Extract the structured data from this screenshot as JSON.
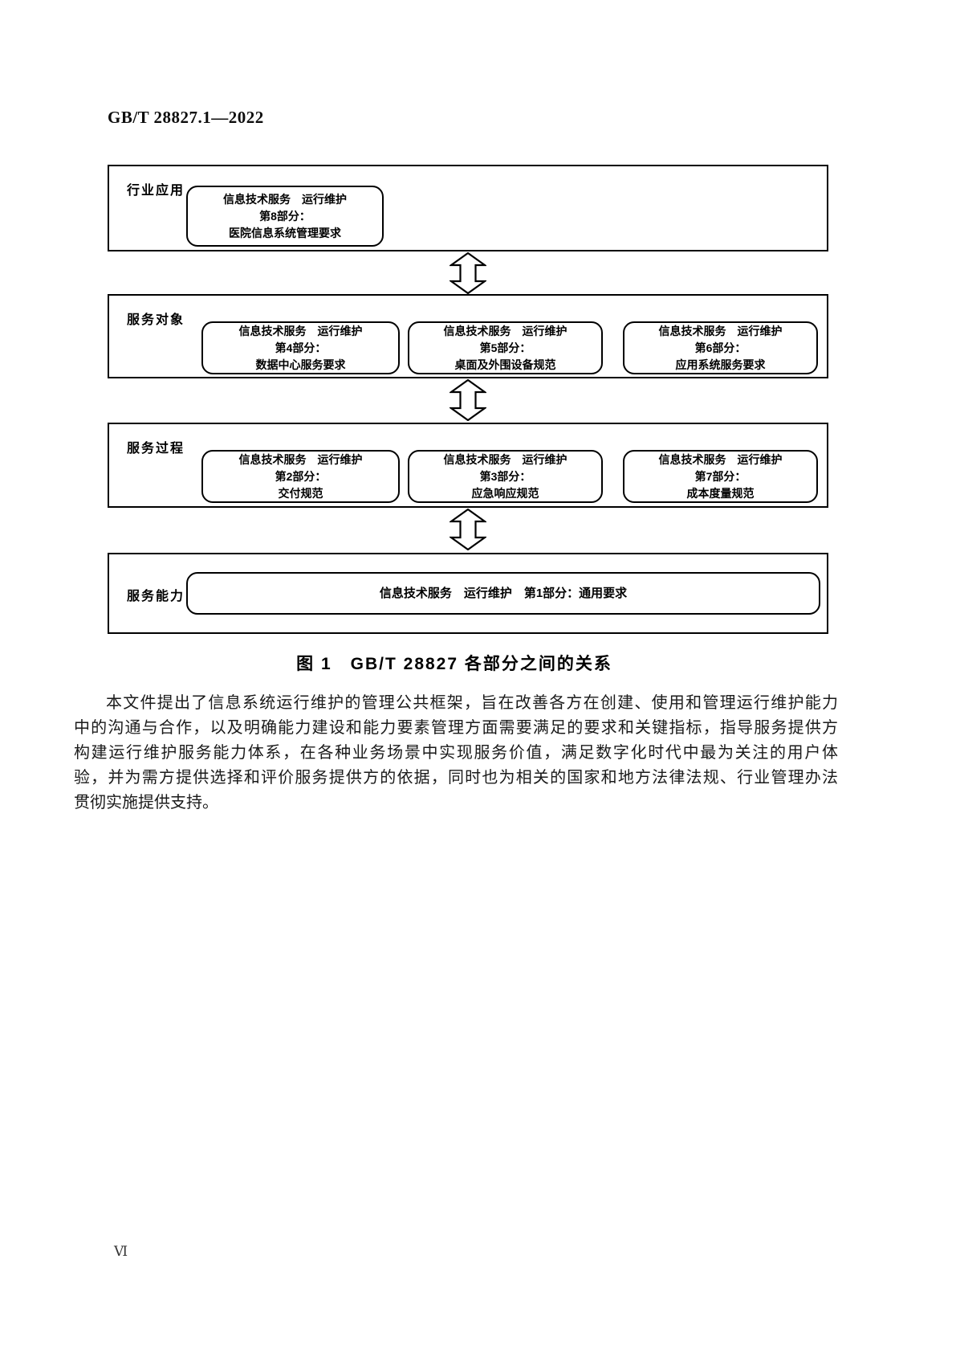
{
  "page": {
    "header": "GB/T 28827.1—2022",
    "page_number": "Ⅵ"
  },
  "figure": {
    "caption": "图 1　GB/T 28827 各部分之间的关系",
    "arrow_icon": "double-vertical-arrow",
    "bands": [
      {
        "label": "行业应用",
        "boxes": [
          {
            "lines": [
              "信息技术服务　运行维护",
              "第8部分：",
              "医院信息系统管理要求"
            ]
          }
        ]
      },
      {
        "label": "服务对象",
        "boxes": [
          {
            "lines": [
              "信息技术服务　运行维护",
              "第4部分：",
              "数据中心服务要求"
            ]
          },
          {
            "lines": [
              "信息技术服务　运行维护",
              "第5部分：",
              "桌面及外围设备规范"
            ]
          },
          {
            "lines": [
              "信息技术服务　运行维护",
              "第6部分：",
              "应用系统服务要求"
            ]
          }
        ]
      },
      {
        "label": "服务过程",
        "boxes": [
          {
            "lines": [
              "信息技术服务　运行维护",
              "第2部分：",
              "交付规范"
            ]
          },
          {
            "lines": [
              "信息技术服务　运行维护",
              "第3部分：",
              "应急响应规范"
            ]
          },
          {
            "lines": [
              "信息技术服务　运行维护",
              "第7部分：",
              "成本度量规范"
            ]
          }
        ]
      },
      {
        "label": "服务能力",
        "boxes": [
          {
            "lines": [
              "信息技术服务　运行维护　第1部分：通用要求"
            ]
          }
        ]
      }
    ]
  },
  "body": {
    "lines": [
      "本文件提出了信息系统运行维护的管理公共框架，旨在改善各方在创建、使用和管理运行维护能力",
      "中的沟通与合作，以及明确能力建设和能力要素管理方面需要满足的要求和关键指标，指导服务提供方",
      "构建运行维护服务能力体系，在各种业务场景中实现服务价值，满足数字化时代中最为关注的用户体",
      "验，并为需方提供选择和评价服务提供方的依据，同时也为相关的国家和地方法律法规、行业管理办法",
      "贯彻实施提供支持。"
    ]
  }
}
